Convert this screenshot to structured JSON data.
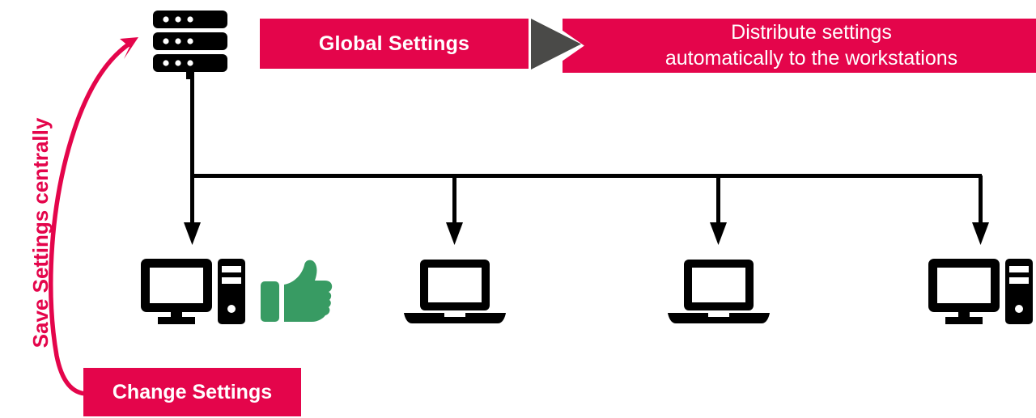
{
  "diagram": {
    "title_banner": "Global Settings",
    "distribute_banner_line1": "Distribute settings",
    "distribute_banner_line2": "automatically to the workstations",
    "change_banner": "Change Settings",
    "side_label": "Save Settings centrally",
    "colors": {
      "crimson": "#e4054b",
      "gray_arrow": "#4a4a48",
      "green_thumb": "#389b63",
      "black_icon": "#000000",
      "background": "#ffffff"
    },
    "icons": {
      "server": "server-rack-icon",
      "arrow_right": "play-triangle-icon",
      "thumbs_up": "thumbs-up-icon",
      "desktop": "desktop-computer-icon",
      "laptop": "laptop-icon",
      "curved_arrow": "curved-feedback-arrow-icon"
    },
    "nodes": [
      {
        "type": "desktop-computer-icon",
        "label": "workstation-1"
      },
      {
        "type": "laptop-icon",
        "label": "workstation-2"
      },
      {
        "type": "laptop-icon",
        "label": "workstation-3"
      },
      {
        "type": "desktop-computer-icon",
        "label": "workstation-4"
      }
    ]
  }
}
